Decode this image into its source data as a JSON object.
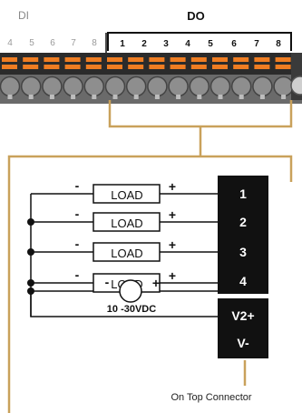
{
  "header": {
    "di_label": "DI",
    "do_label": "DO"
  },
  "terminal_strip": {
    "di_numbers": [
      "4",
      "5",
      "6",
      "7",
      "8"
    ],
    "do_numbers": [
      "1",
      "2",
      "3",
      "4",
      "5",
      "6",
      "7",
      "8"
    ]
  },
  "loads": [
    {
      "label": "LOAD",
      "minus": "-",
      "plus": "+"
    },
    {
      "label": "LOAD",
      "minus": "-",
      "plus": "+"
    },
    {
      "label": "LOAD",
      "minus": "-",
      "plus": "+"
    },
    {
      "label": "LOAD",
      "minus": "-",
      "plus": "+"
    }
  ],
  "connector_terminals": [
    "1",
    "2",
    "3",
    "4"
  ],
  "power": {
    "minus": "-",
    "plus": "+",
    "supply_label": "10 -30VDC",
    "v_plus_label": "V2+",
    "v_minus_label": "V-"
  },
  "caption": "On Top Connector",
  "colors": {
    "accent_wire": "#c9a15b",
    "terminal_orange": "#ef7d22",
    "connector_black": "#111111",
    "screw_gray": "#8e8e8e"
  }
}
